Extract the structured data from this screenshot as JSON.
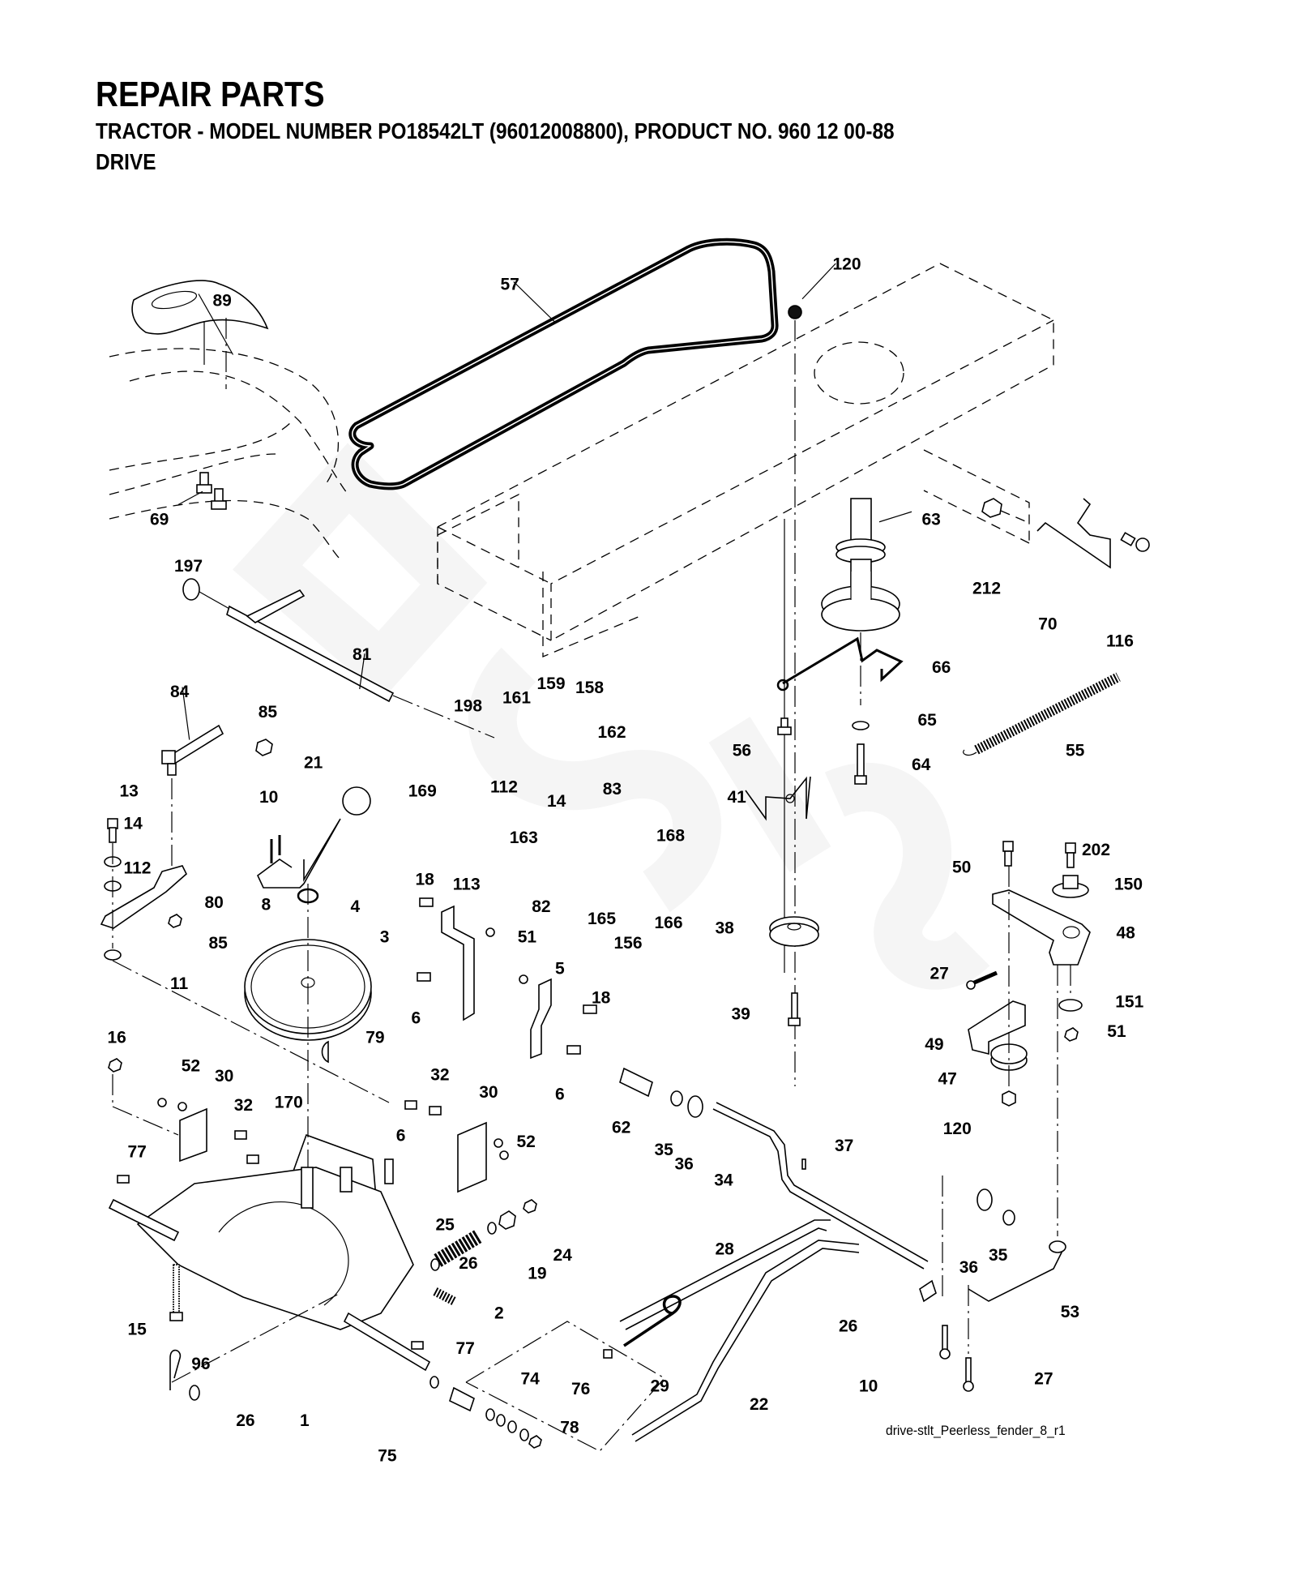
{
  "header": {
    "title": "REPAIR PARTS",
    "subtitle": "TRACTOR  - MODEL NUMBER  PO18542LT (96012008800), PRODUCT NO. 960 12 00-88",
    "section": "DRIVE"
  },
  "diagram": {
    "type": "exploded-parts-diagram",
    "subject": "Tractor drive assembly",
    "watermark": "Stiga Garden (faint)",
    "file_reference": "drive-stlt_Peerless_fender_8_r1",
    "callouts": [
      "89",
      "69",
      "57",
      "120",
      "63",
      "212",
      "70",
      "116",
      "197",
      "81",
      "84",
      "85",
      "21",
      "10",
      "8",
      "13",
      "14",
      "112",
      "80",
      "85",
      "11",
      "198",
      "161",
      "159",
      "158",
      "162",
      "112",
      "14",
      "163",
      "83",
      "169",
      "82",
      "165",
      "156",
      "168",
      "166",
      "56",
      "66",
      "65",
      "64",
      "55",
      "41",
      "38",
      "39",
      "50",
      "202",
      "150",
      "48",
      "27",
      "151",
      "51",
      "49",
      "47",
      "120",
      "4",
      "3",
      "79",
      "18",
      "113",
      "51",
      "6",
      "5",
      "18",
      "6",
      "16",
      "52",
      "30",
      "32",
      "170",
      "6",
      "32",
      "30",
      "52",
      "77",
      "25",
      "26",
      "19",
      "24",
      "2",
      "15",
      "96",
      "26",
      "1",
      "77",
      "74",
      "75",
      "78",
      "76",
      "62",
      "35",
      "36",
      "34",
      "37",
      "28",
      "29",
      "22",
      "36",
      "35",
      "26",
      "53",
      "10",
      "27"
    ]
  }
}
